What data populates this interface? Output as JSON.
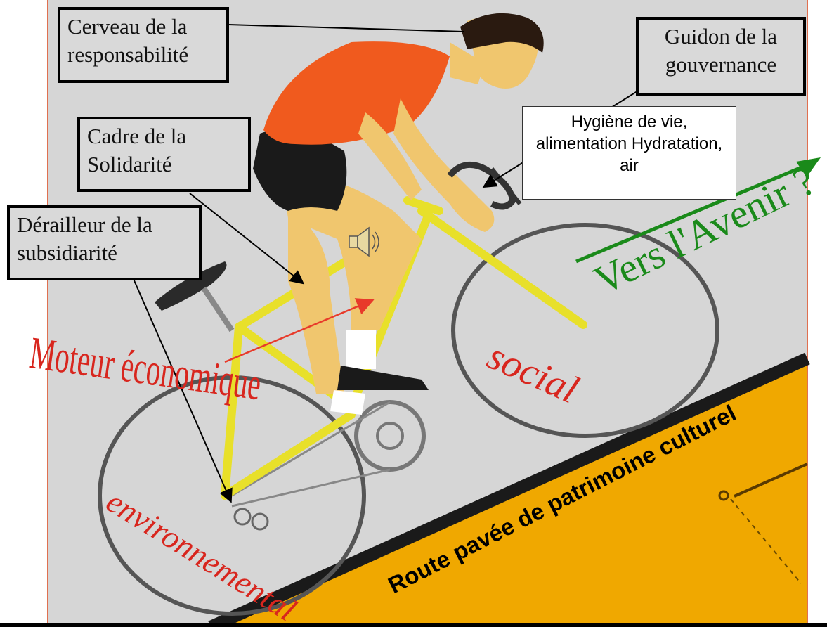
{
  "labels": {
    "brain": "Cerveau de la responsabilité",
    "handlebar": "Guidon de la gouvernance",
    "hygiene": "Hygiène de vie, alimentation Hydratation, air",
    "frame": "Cadre de la Solidarité",
    "derailleur": "Dérailleur de la subsidiarité",
    "engine": "Moteur économique",
    "social": "social",
    "environment": "environnemental",
    "future": "Vers l'Avenir ?",
    "road": "Route pavée de patrimoine culturel"
  },
  "colors": {
    "background": "#d6d6d6",
    "road": "#f0a800",
    "jersey": "#f05a1e",
    "frame": "#e8e02a",
    "skin": "#f0c66e",
    "red_text": "#d8261e",
    "green_text": "#1a8a1a"
  },
  "icons": [
    "speaker-icon"
  ]
}
